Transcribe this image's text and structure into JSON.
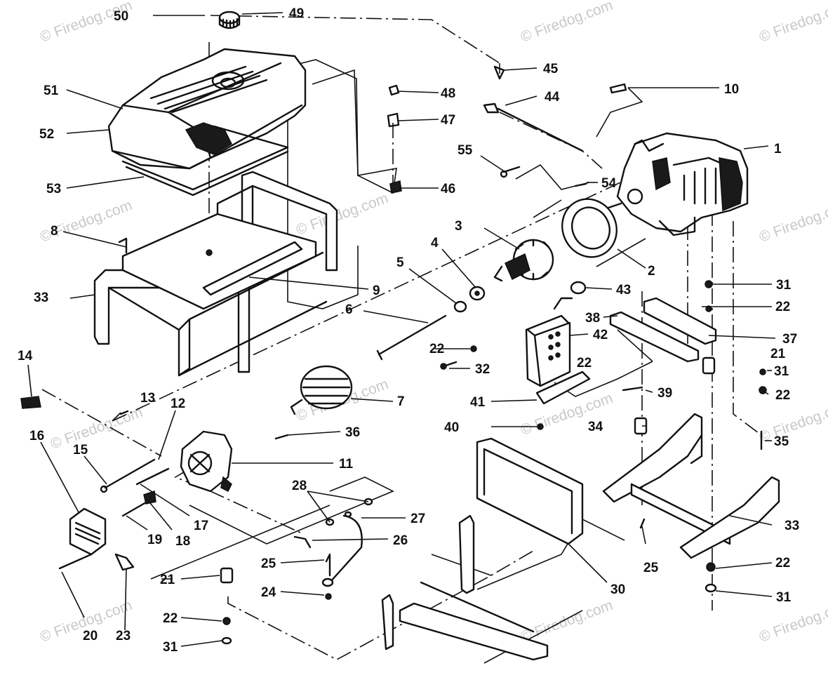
{
  "watermark": "© Firedog.com",
  "callouts": [
    {
      "id": "c1",
      "text": "1"
    },
    {
      "id": "c2",
      "text": "2"
    },
    {
      "id": "c3",
      "text": "3"
    },
    {
      "id": "c4",
      "text": "4"
    },
    {
      "id": "c5",
      "text": "5"
    },
    {
      "id": "c6",
      "text": "6"
    },
    {
      "id": "c7",
      "text": "7"
    },
    {
      "id": "c8",
      "text": "8"
    },
    {
      "id": "c9",
      "text": "9"
    },
    {
      "id": "c10",
      "text": "10"
    },
    {
      "id": "c11",
      "text": "11"
    },
    {
      "id": "c12",
      "text": "12"
    },
    {
      "id": "c13",
      "text": "13"
    },
    {
      "id": "c14",
      "text": "14"
    },
    {
      "id": "c15",
      "text": "15"
    },
    {
      "id": "c16",
      "text": "16"
    },
    {
      "id": "c17",
      "text": "17"
    },
    {
      "id": "c18",
      "text": "18"
    },
    {
      "id": "c19",
      "text": "19"
    },
    {
      "id": "c20",
      "text": "20"
    },
    {
      "id": "c21a",
      "text": "21"
    },
    {
      "id": "c21b",
      "text": "21"
    },
    {
      "id": "c22a",
      "text": "22"
    },
    {
      "id": "c22b",
      "text": "22"
    },
    {
      "id": "c22c",
      "text": "22"
    },
    {
      "id": "c22d",
      "text": "22"
    },
    {
      "id": "c22e",
      "text": "22"
    },
    {
      "id": "c22f",
      "text": "22"
    },
    {
      "id": "c23",
      "text": "23"
    },
    {
      "id": "c24",
      "text": "24"
    },
    {
      "id": "c25a",
      "text": "25"
    },
    {
      "id": "c25b",
      "text": "25"
    },
    {
      "id": "c26",
      "text": "26"
    },
    {
      "id": "c27",
      "text": "27"
    },
    {
      "id": "c28",
      "text": "28"
    },
    {
      "id": "c30",
      "text": "30"
    },
    {
      "id": "c31a",
      "text": "31"
    },
    {
      "id": "c31b",
      "text": "31"
    },
    {
      "id": "c31c",
      "text": "31"
    },
    {
      "id": "c31d",
      "text": "31"
    },
    {
      "id": "c32",
      "text": "32"
    },
    {
      "id": "c33a",
      "text": "33"
    },
    {
      "id": "c33b",
      "text": "33"
    },
    {
      "id": "c34",
      "text": "34"
    },
    {
      "id": "c35",
      "text": "35"
    },
    {
      "id": "c36",
      "text": "36"
    },
    {
      "id": "c37",
      "text": "37"
    },
    {
      "id": "c38",
      "text": "38"
    },
    {
      "id": "c39",
      "text": "39"
    },
    {
      "id": "c40",
      "text": "40"
    },
    {
      "id": "c41",
      "text": "41"
    },
    {
      "id": "c42",
      "text": "42"
    },
    {
      "id": "c43",
      "text": "43"
    },
    {
      "id": "c44",
      "text": "44"
    },
    {
      "id": "c45",
      "text": "45"
    },
    {
      "id": "c46",
      "text": "46"
    },
    {
      "id": "c47",
      "text": "47"
    },
    {
      "id": "c48",
      "text": "48"
    },
    {
      "id": "c49",
      "text": "49"
    },
    {
      "id": "c50",
      "text": "50"
    },
    {
      "id": "c51",
      "text": "51"
    },
    {
      "id": "c52",
      "text": "52"
    },
    {
      "id": "c53",
      "text": "53"
    },
    {
      "id": "c54",
      "text": "54"
    },
    {
      "id": "c55",
      "text": "55"
    }
  ]
}
